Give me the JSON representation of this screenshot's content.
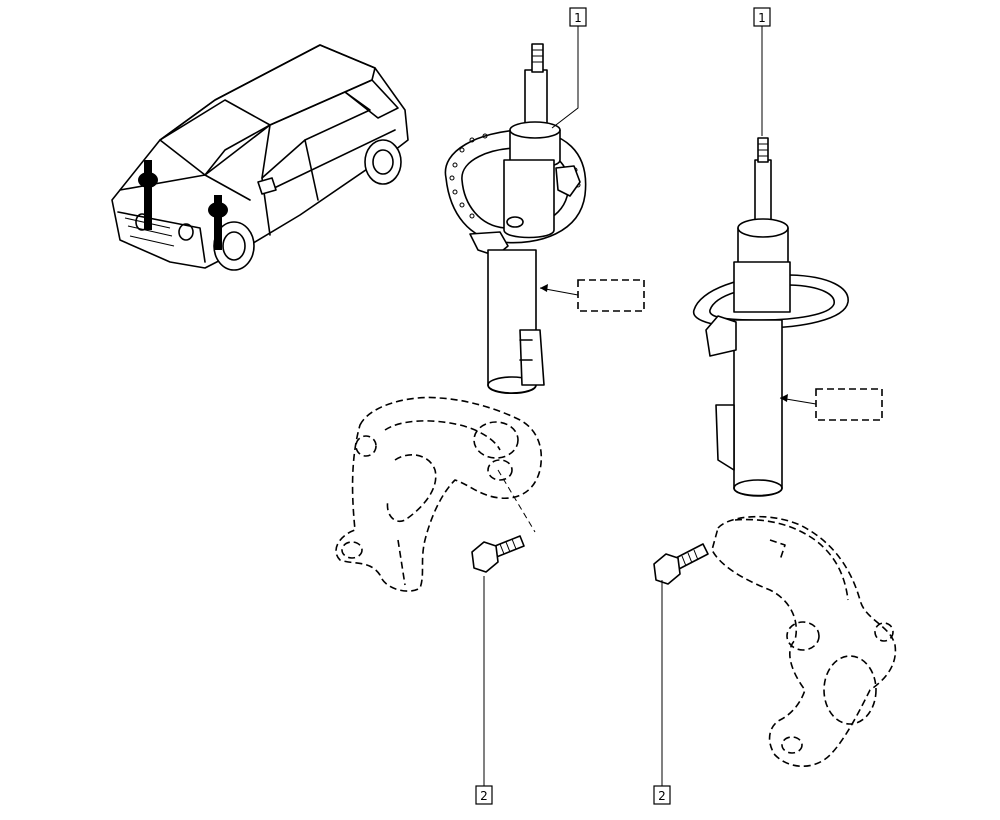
{
  "callouts": {
    "top_left": "1",
    "top_right": "1",
    "bottom_left": "2",
    "bottom_right": "2"
  },
  "icons": {
    "car": "car-locator-icon",
    "strut": "shock-absorber-icon",
    "bolt": "bolt-icon",
    "knuckle": "steering-knuckle-icon"
  }
}
